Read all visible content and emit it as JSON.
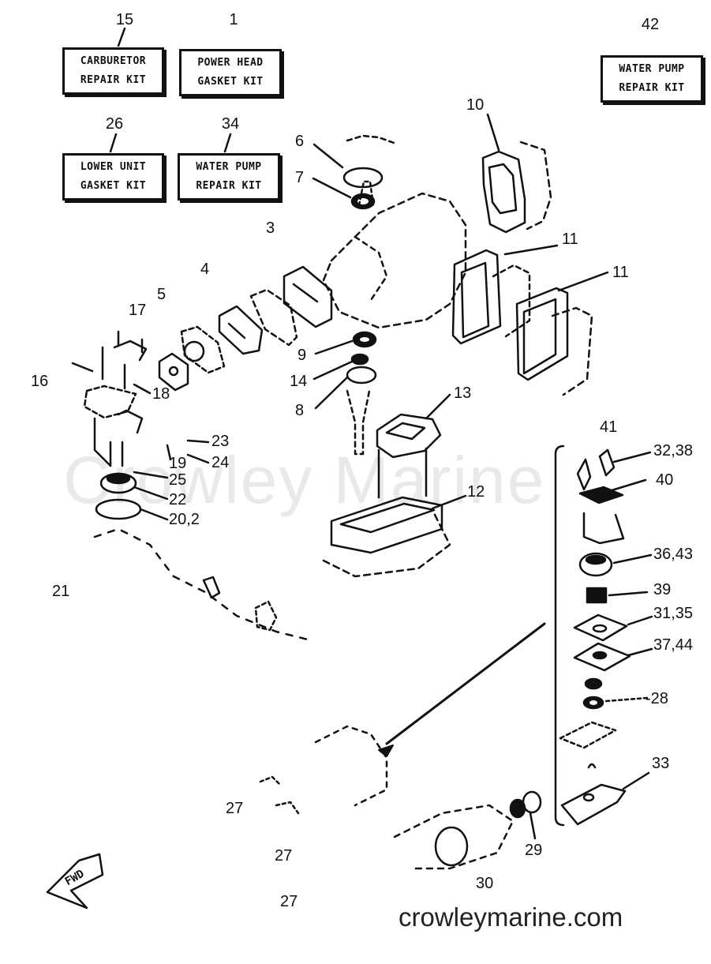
{
  "watermark": "Crowley Marine",
  "site_url": "crowleymarine.com",
  "kits": [
    {
      "num": "15",
      "line1": "CARBURETOR",
      "line2": "REPAIR KIT"
    },
    {
      "num": "1",
      "line1": "POWER HEAD",
      "line2": "GASKET KIT"
    },
    {
      "num": "42",
      "line1": "WATER PUMP",
      "line2": "REPAIR KIT"
    },
    {
      "num": "26",
      "line1": "LOWER UNIT",
      "line2": "GASKET KIT"
    },
    {
      "num": "34",
      "line1": "WATER PUMP",
      "line2": "REPAIR KIT"
    }
  ],
  "callouts": {
    "c3": "3",
    "c4": "4",
    "c5": "5",
    "c6": "6",
    "c7": "7",
    "c8": "8",
    "c9": "9",
    "c10": "10",
    "c11a": "11",
    "c11b": "11",
    "c12": "12",
    "c13": "13",
    "c14": "14",
    "c16": "16",
    "c17": "17",
    "c18": "18",
    "c19": "19",
    "c20": "20,2",
    "c21": "21",
    "c22": "22",
    "c23": "23",
    "c24": "24",
    "c25": "25",
    "c27a": "27",
    "c27b": "27",
    "c27c": "27",
    "c28": "-28",
    "c29": "29",
    "c30": "30",
    "c31": "31,35",
    "c32": "32,38",
    "c33": "33",
    "c36": "36,43",
    "c37": "37,44",
    "c39": "39",
    "c40": "40",
    "c41": "41"
  },
  "fwd_label": "FWD"
}
